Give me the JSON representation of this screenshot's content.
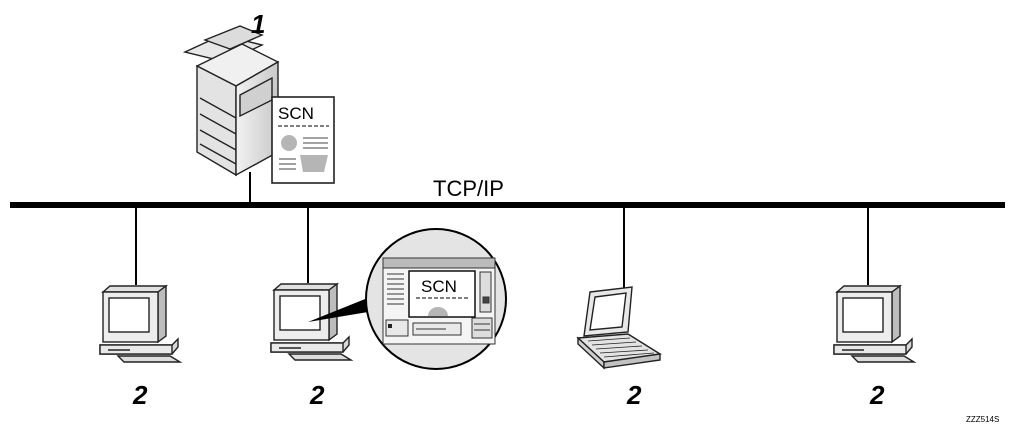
{
  "diagram": {
    "network_label": "TCP/IP",
    "scanner": {
      "number": "1",
      "document_label": "SCN",
      "icon": "scanner-mfp-icon"
    },
    "clients": [
      {
        "number": "2",
        "type": "desktop",
        "icon": "desktop-computer-icon"
      },
      {
        "number": "2",
        "type": "desktop",
        "icon": "desktop-computer-icon"
      },
      {
        "number": "2",
        "type": "laptop",
        "icon": "laptop-computer-icon"
      },
      {
        "number": "2",
        "type": "desktop",
        "icon": "desktop-computer-icon"
      }
    ],
    "zoom_screen": {
      "document_label": "SCN",
      "icon": "scanner-app-window-icon"
    },
    "figure_code": "ZZZ514S"
  }
}
